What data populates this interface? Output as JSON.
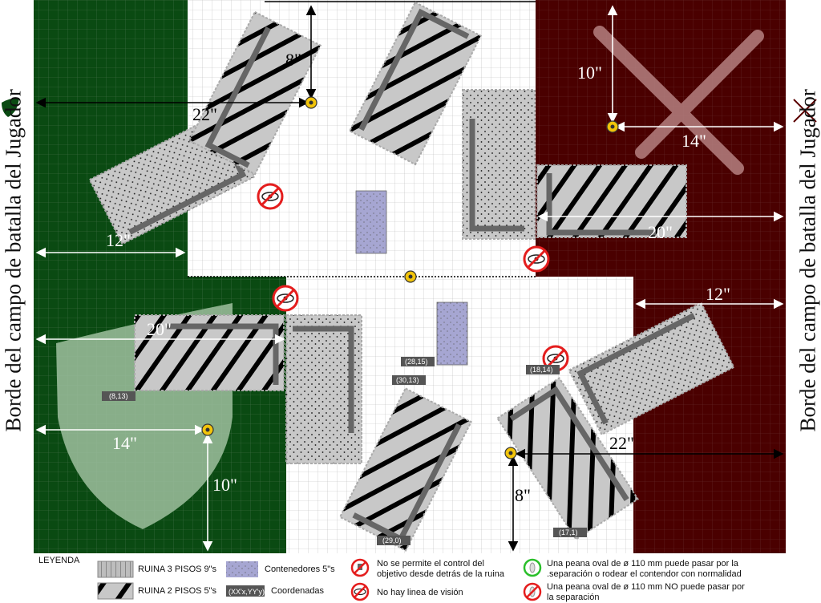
{
  "side_labels": {
    "left": "Borde del campo de batalla del Jugador",
    "right": "Borde del campo de batalla del Jugador"
  },
  "icons": {
    "left_player": "shield-icon",
    "right_player": "crossed-swords-icon",
    "objective": "objective-marker-icon",
    "no_control": "no-control-icon",
    "no_los": "no-line-of-sight-icon"
  },
  "colors": {
    "left_zone": "#0a4a12",
    "right_zone": "#4a0000",
    "ruin": "#c8c8c8",
    "container": "#a6a6d2",
    "objective": "#f2c40a",
    "forbidden": "#e41d1d",
    "allowed": "#2bbf2b"
  },
  "measurements": {
    "top_8": "8\"",
    "left_22": "22\"",
    "left_12": "12\"",
    "right_10": "10\"",
    "right_14": "14\"",
    "right_20": "20\"",
    "right_12": "12\"",
    "left_20": "20\"",
    "left_14": "14\"",
    "left_10": "10\"",
    "right_22": "22\"",
    "bottom_8": "8\""
  },
  "coordinates": {
    "c1": "(28,15)",
    "c2": "(30,13)",
    "c3": "(18,14)",
    "c4": "(8,13)",
    "c5": "(29,0)",
    "c6": "(17,1)"
  },
  "legend": {
    "title": "LEYENDA",
    "ruin3": "RUINA 3 PISOS 9\"s",
    "ruin2": "RUINA 2 PISOS 5\"s",
    "containers": "Contenedores 5\"s",
    "coord_sample": "(XX'x,YY'y)",
    "coords": "Coordenadas",
    "no_control_1": "No se permite el control del",
    "no_control_2": "objetivo desde detrás de la ruina",
    "no_los": "No hay linea de visión",
    "base_pass_1": "Una peana oval de ø 110 mm puede pasar por la",
    "base_pass_2": ".separación o rodear el contendor con normalidad",
    "base_no_pass_1": "Una peana oval de ø 110 mm NO puede pasar por",
    "base_no_pass_2": "la separación"
  }
}
